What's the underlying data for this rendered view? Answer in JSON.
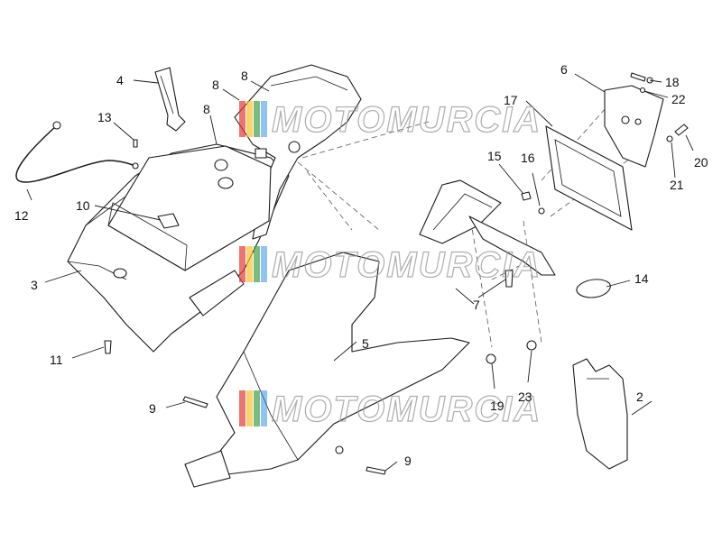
{
  "watermark": {
    "text": "MOTOMURCIA",
    "colors": [
      "#e53935",
      "#fbc02d",
      "#43a047",
      "#1e88e5"
    ]
  },
  "callouts": [
    "2",
    "3",
    "4",
    "5",
    "6",
    "7",
    "8",
    "8",
    "8",
    "9",
    "9",
    "10",
    "11",
    "12",
    "13",
    "14",
    "15",
    "16",
    "17",
    "18",
    "19",
    "20",
    "21",
    "22",
    "23"
  ]
}
